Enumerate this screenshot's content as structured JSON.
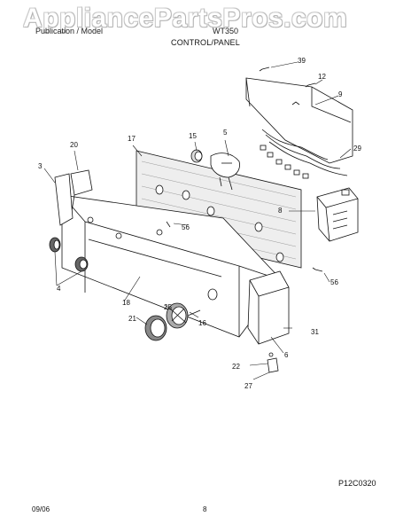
{
  "watermark": "AppliancePartsPros.com",
  "header": {
    "left_text": "Publication / Model",
    "model_text": "WT350",
    "section": "CONTROL/PANEL"
  },
  "callouts": [
    "39",
    "12",
    "9",
    "5",
    "15",
    "17",
    "20",
    "3",
    "29",
    "8",
    "56",
    "56",
    "4",
    "18",
    "25",
    "21",
    "16",
    "31",
    "6",
    "22",
    "27"
  ],
  "drawing_id": "P12C0320",
  "footer": {
    "date": "09/06",
    "page": "8"
  }
}
